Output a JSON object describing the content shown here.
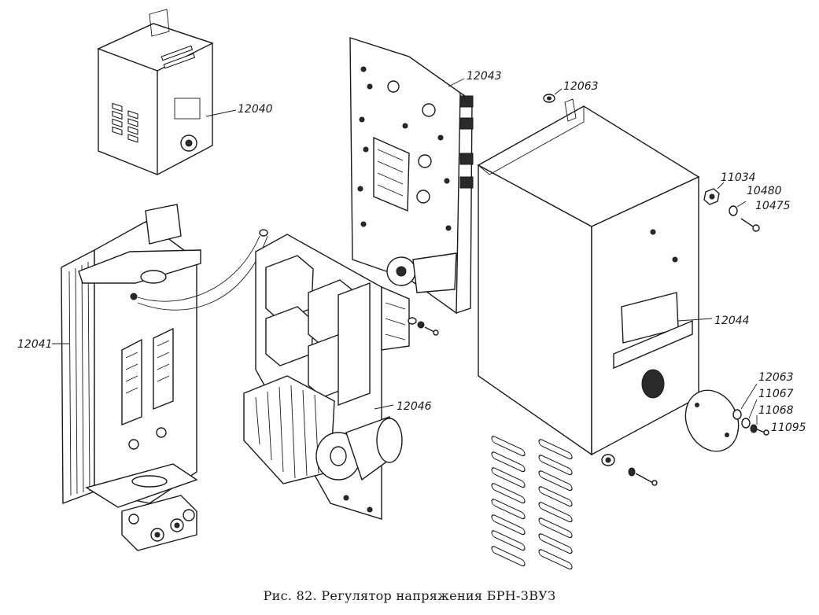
{
  "labels": {
    "p12040": "12040",
    "p12043": "12043",
    "p12063a": "12063",
    "p11034": "11034",
    "p10480": "10480",
    "p10475": "10475",
    "p12041": "12041",
    "p12044": "12044",
    "p12063b": "12063",
    "p11067": "11067",
    "p11068": "11068",
    "p11095": "11095",
    "p12046": "12046"
  },
  "caption": "Рис. 82. Регулятор напряжения БРН-3ВУЗ"
}
